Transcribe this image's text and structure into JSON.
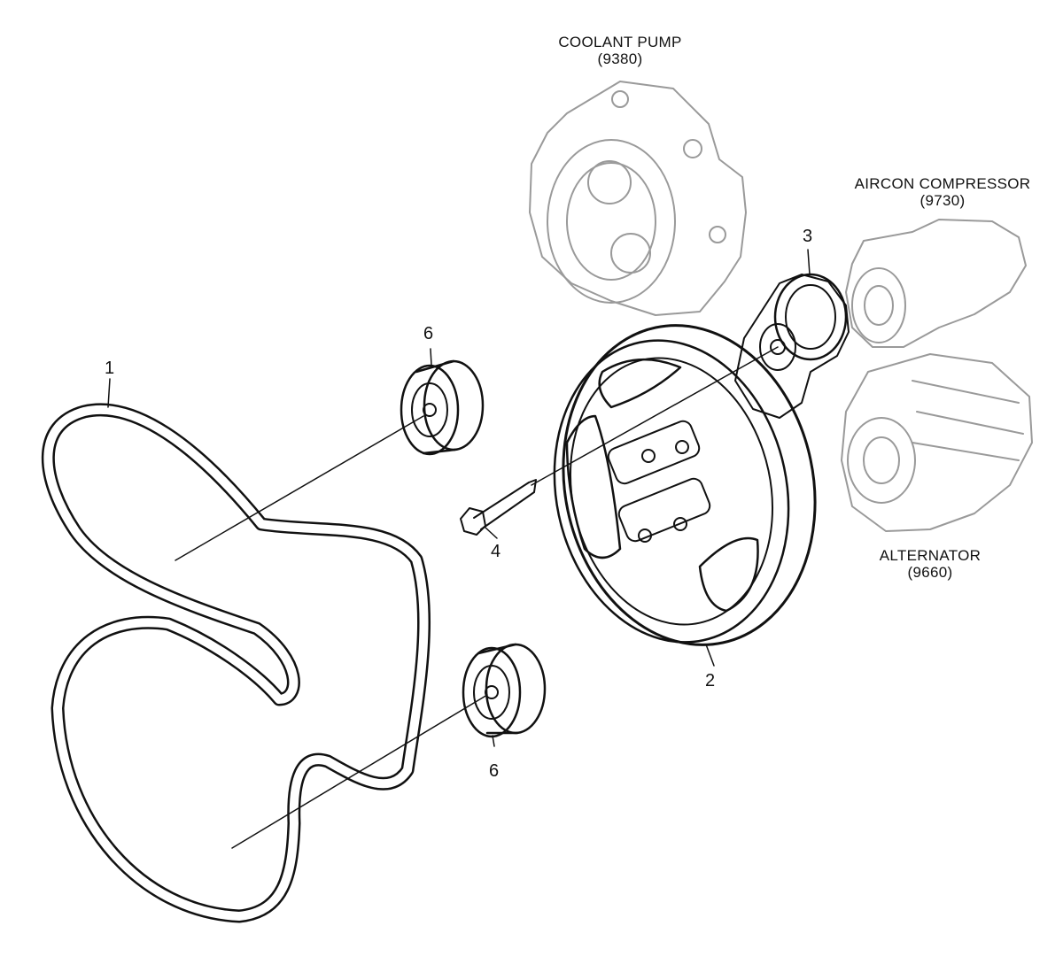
{
  "components": [
    {
      "id": "coolant_pump",
      "name": "COOLANT PUMP",
      "code": "(9380)"
    },
    {
      "id": "aircon_compressor",
      "name": "AIRCON COMPRESSOR",
      "code": "(9730)"
    },
    {
      "id": "alternator",
      "name": "ALTERNATOR",
      "code": "(9660)"
    }
  ],
  "callouts": [
    "1",
    "2",
    "3",
    "4",
    "6",
    "6"
  ]
}
